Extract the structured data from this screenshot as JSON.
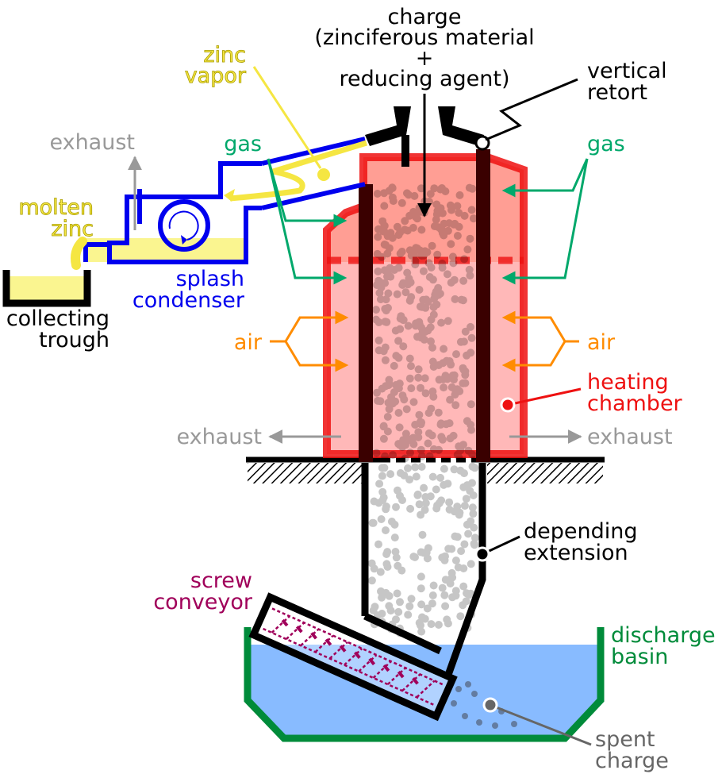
{
  "labels": {
    "charge": [
      "charge",
      "(zinciferous material",
      "+",
      "reducing agent)"
    ],
    "vertical_retort": [
      "vertical",
      "retort"
    ],
    "zinc_vapor": [
      "zinc",
      "vapor"
    ],
    "exhaust_top": "exhaust",
    "gas_left": "gas",
    "gas_right": "gas",
    "molten_zinc": [
      "molten",
      "zinc"
    ],
    "splash_condenser": [
      "splash",
      "condenser"
    ],
    "collecting_trough": [
      "collecting",
      "trough"
    ],
    "air_left": "air",
    "air_right": "air",
    "heating_chamber": [
      "heating",
      "chamber"
    ],
    "exhaust_left": "exhaust",
    "exhaust_right": "exhaust",
    "depending_extension": [
      "depending",
      "extension"
    ],
    "screw_conveyor": [
      "screw",
      "conveyor"
    ],
    "discharge_basin": [
      "discharge",
      "basin"
    ],
    "spent_charge": [
      "spent",
      "charge"
    ]
  },
  "colors": {
    "black": "#000000",
    "gray": "#999999",
    "zinc_yellow": "#f5e642",
    "zinc_label": "#d4c800",
    "condenser_blue": "#0000ee",
    "gas_green": "#00a86b",
    "air_orange": "#ff8c00",
    "heating_red": "#ee1111",
    "chamber_fill": "#ffb8b8",
    "chamber_top_fill": "#ff9e94",
    "screw_magenta": "#a0005a",
    "basin_green": "#008b3a",
    "water_blue": "#88bbff",
    "spent_gray": "#666666"
  }
}
